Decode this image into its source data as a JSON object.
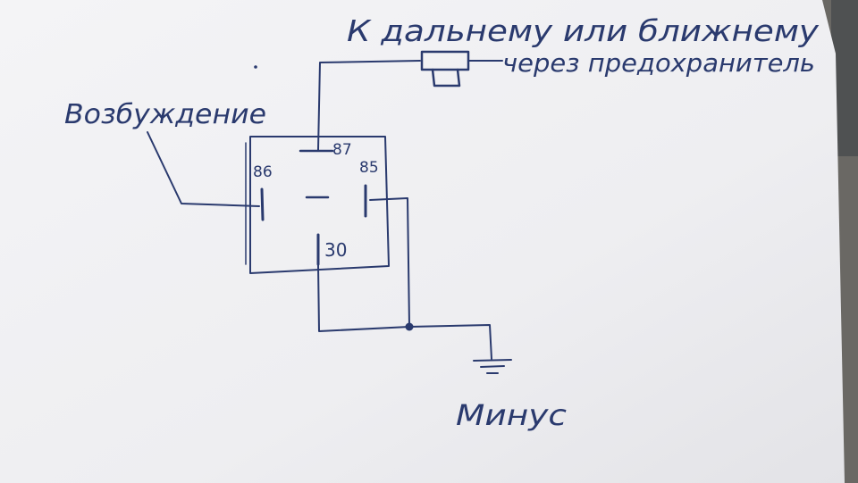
{
  "labels": {
    "top_line1": "К дальнему или ближнему",
    "top_line2": "через предохранитель",
    "left": "Возбуждение",
    "ground": "Минус"
  },
  "pins": {
    "p87": "87",
    "p86": "86",
    "p85": "85",
    "p30": "30"
  },
  "colors": {
    "ink": "#2a3a6e",
    "paper": "#f1f1f3",
    "background": "#5b5a57"
  }
}
